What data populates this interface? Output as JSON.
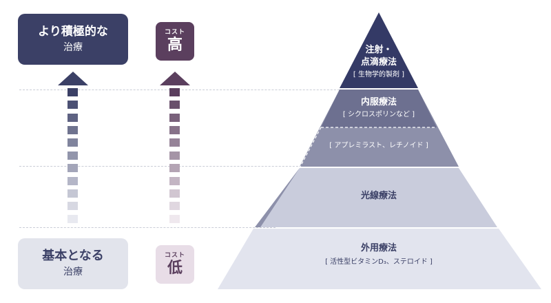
{
  "left": {
    "top_box": {
      "line1": "より積極的な",
      "line2": "治療"
    },
    "bottom_box": {
      "line1": "基本となる",
      "line2": "治療"
    }
  },
  "cost": {
    "high": {
      "label": "コスト",
      "value": "高"
    },
    "low": {
      "label": "コスト",
      "value": "低"
    }
  },
  "pyramid": {
    "tiers": [
      {
        "title": "注射・点滴療法",
        "title_line1": "注射・",
        "title_line2": "点滴療法",
        "sub": "[ 生物学的製剤 ]"
      },
      {
        "title": "内服療法",
        "sub": "[ シクロスポリンなど ]"
      },
      {
        "title": "",
        "sub": "[ アプレミラスト、レチノイド ]"
      },
      {
        "title": "光線療法",
        "sub": ""
      },
      {
        "title": "外用療法",
        "sub": "[ 活性型ビタミンD₃、ステロイド ]"
      }
    ]
  },
  "colors": {
    "navy": "#3b4066",
    "plum": "#5b3f5e",
    "tier_top": "#343a66",
    "tier_2": "#6d7090",
    "tier_3": "#8d90aa",
    "tier_4": "#c9ccdc",
    "tier_5": "#e2e4ee"
  }
}
